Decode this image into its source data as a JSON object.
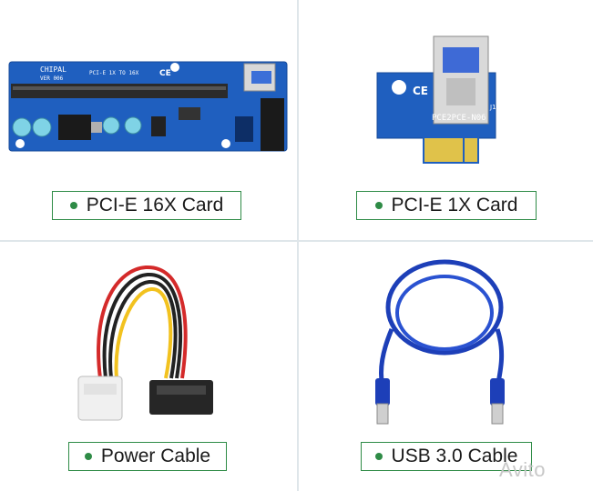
{
  "cells": [
    {
      "label": "PCI-E 16X Card"
    },
    {
      "label": "PCI-E 1X Card"
    },
    {
      "label": "Power Cable"
    },
    {
      "label": "USB 3.0 Cable"
    }
  ],
  "board16x": {
    "brand": "CHIPAL",
    "version": "VER 006",
    "model": "PCI-E 1X TO 16X",
    "ce": "CE"
  },
  "board1x": {
    "ce": "CE",
    "model": "PCE2PCE-N06",
    "ref": "J1"
  },
  "watermark": "Avito",
  "colors": {
    "accent": "#2e8b46",
    "pcb": "#1f5fbf",
    "cable": "#1d3fb8"
  }
}
